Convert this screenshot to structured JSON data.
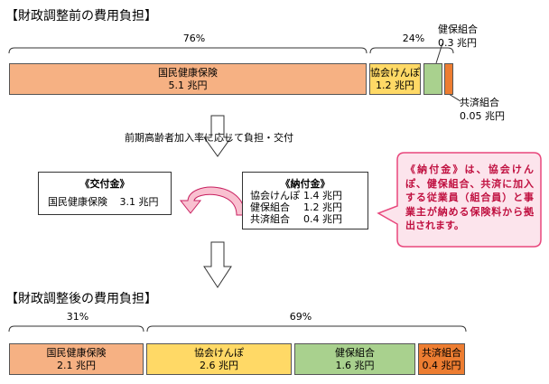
{
  "before": {
    "title": "【財政調整前の費用負担】",
    "pct_left": "76%",
    "pct_right": "24%",
    "nhi": {
      "name": "国民健康保険",
      "amount": "5.1 兆円"
    },
    "kyokai": {
      "name": "協会けんぽ",
      "amount": "1.2 兆円"
    },
    "kenpo": {
      "name": "健保組合",
      "amount": "0.3 兆円"
    },
    "kyosai": {
      "name": "共済組合",
      "amount": "0.05 兆円"
    }
  },
  "transfer_text": "前期高齢者加入率に応じて負担・交付",
  "receive_box": {
    "title": "《交付金》",
    "name": "国民健康保険",
    "amount": "3.1 兆円"
  },
  "pay_box": {
    "title": "《納付金》",
    "rows": [
      {
        "name": "協会けんぽ",
        "amount": "1.4 兆円"
      },
      {
        "name": "健保組合",
        "amount": "1.2 兆円"
      },
      {
        "name": "共済組合",
        "amount": "0.4 兆円"
      }
    ]
  },
  "callout": {
    "term": "《納付金》",
    "text": "は、協会けんぽ、健保組合、共済に加入する従業員（組合員）と事業主が納める保険料から拠出されます。"
  },
  "after": {
    "title": "【財政調整後の費用負担】",
    "pct_left": "31%",
    "pct_right": "69%",
    "nhi": {
      "name": "国民健康保険",
      "amount": "2.1 兆円"
    },
    "kyokai": {
      "name": "協会けんぽ",
      "amount": "2.6 兆円"
    },
    "kenpo": {
      "name": "健保組合",
      "amount": "1.6 兆円"
    },
    "kyosai": {
      "name": "共済組合",
      "amount": "0.4 兆円"
    }
  },
  "colors": {
    "nhi": "#f6b183",
    "kyokai": "#ffd966",
    "kenpo": "#a9d18e",
    "kyosai": "#ed7d31",
    "callout_fill": "#fce4ec",
    "callout_border": "#e8467c",
    "callout_text": "#c01040",
    "arrow_fill": "#f9c0d0",
    "arrow_border": "#c82060"
  }
}
